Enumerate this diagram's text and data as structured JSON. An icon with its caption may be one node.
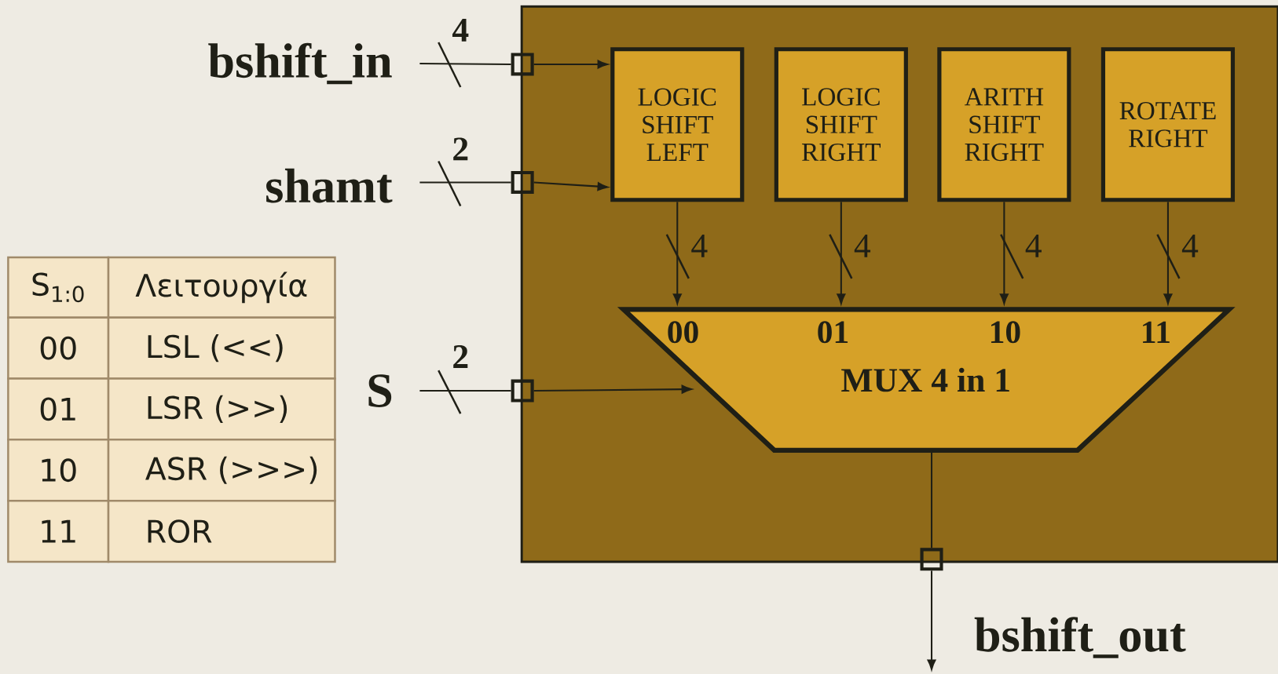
{
  "diagram": {
    "nodes": [
      {
        "text": [],
        "shape": "box"
      },
      {
        "text": [
          "LOGIC SHIFT LEFT"
        ],
        "in": 0
      },
      {
        "text": [
          "LOGIC SHIFT RIGHT"
        ],
        "in": 0
      },
      {
        "text": [
          "ARITH SHIFT RIGHT"
        ],
        "in": 0
      },
      {
        "text": [
          "ROTATE RIGHT"
        ],
        "in": 0
      },
      {
        "text": [
          "00",
          "01",
          "10",
          "11",
          "MUX 4 in 1"
        ],
        "in": 0
      },
      {
        "text": [],
        "shape": "box"
      },
      {
        "text": [],
        "shape": "box"
      },
      {
        "text": [],
        "shape": "box"
      },
      {
        "text": [],
        "shape": "box"
      },
      {
        "text": [
          "bshift_in"
        ]
      },
      {
        "text": [
          "shamt"
        ]
      },
      {
        "text": [
          "S"
        ]
      }
    ],
    "edges": [
      {
        "from": 10,
        "to": 6,
        "arrow": "none",
        "label": "4"
      },
      {
        "from": 6,
        "to": 1,
        "arrow": "to"
      },
      {
        "from": 11,
        "to": 7,
        "arrow": "none",
        "label": "2"
      },
      {
        "from": 7,
        "to": 1,
        "arrow": "to"
      },
      {
        "from": 12,
        "to": 8,
        "arrow": "none",
        "label": "2"
      },
      {
        "from": 8,
        "to": 5,
        "arrow": "to"
      },
      {
        "from": 1,
        "to": 5,
        "arrow": "to",
        "label": "4"
      },
      {
        "from": 2,
        "to": 5,
        "arrow": "to",
        "label": "4"
      },
      {
        "from": 3,
        "to": 5,
        "arrow": "to",
        "label": "4"
      },
      {
        "from": 4,
        "to": 5,
        "arrow": "to",
        "label": "4"
      },
      {
        "from": 5,
        "to": 9,
        "arrow": "none"
      },
      {
        "from": 9,
        "to": null,
        "arrow": "to"
      }
    ],
    "labels": [
      "S$_{1:0}$",
      "Λειτουργία",
      "00",
      "LSL (<<)",
      "01",
      "LSR (>>)",
      "10",
      "ASR (>>>)",
      "11",
      "ROR",
      "bshift_out"
    ]
  }
}
